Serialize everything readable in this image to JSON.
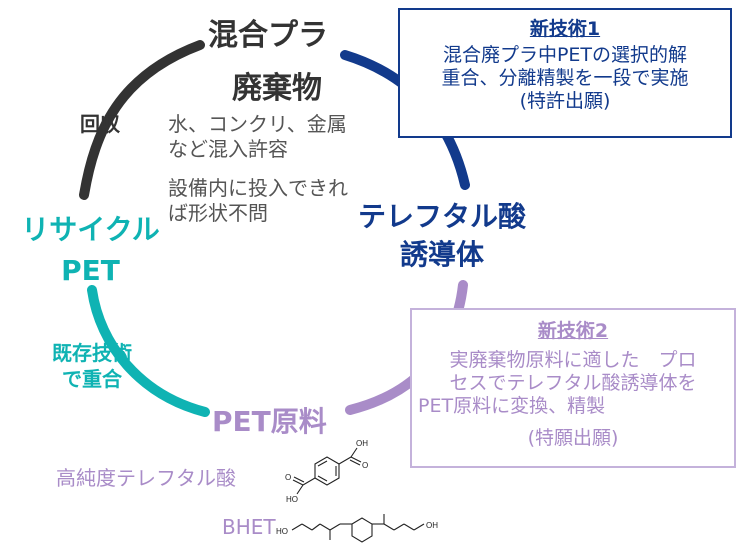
{
  "nodes": {
    "mixed_plastic_line1": "混合プラ",
    "mixed_plastic_line2": "廃棄物",
    "terephthalic_line1": "テレフタル酸",
    "terephthalic_line2": "誘導体",
    "recycle_line1": "リサイクル",
    "recycle_line2": "PET",
    "pet_raw": "PET原料"
  },
  "labels": {
    "collection": "回収",
    "existing_line1": "既存技術",
    "existing_line2": "で重合"
  },
  "notes": {
    "impurity_line1": "水、コンクリ、金属",
    "impurity_line2": "など混入許容",
    "shape_line1": "設備内に投入できれ",
    "shape_line2": "ば形状不問"
  },
  "tech1": {
    "title": "新技術1",
    "line1": "混合廃プラ中PETの選択的解",
    "line2": "重合、分離精製を一段で実施",
    "line3": "(特許出願)"
  },
  "tech2": {
    "title": "新技術2",
    "line1": "実廃棄物原料に適した　プロ",
    "line2": "セスでテレフタル酸誘導体を",
    "line3": "PET原料に変換、精製",
    "line4": "(特願出願)"
  },
  "chemicals": {
    "tpa_label": "高純度テレフタル酸",
    "bhet_label": "BHET",
    "oh": "OH",
    "ho": "HO"
  },
  "colors": {
    "dark": "#333333",
    "navy": "#123a8c",
    "teal": "#0fb3b3",
    "purple": "#a98cc8",
    "gray_text": "#555555",
    "chem_label": "#a98cc8"
  }
}
